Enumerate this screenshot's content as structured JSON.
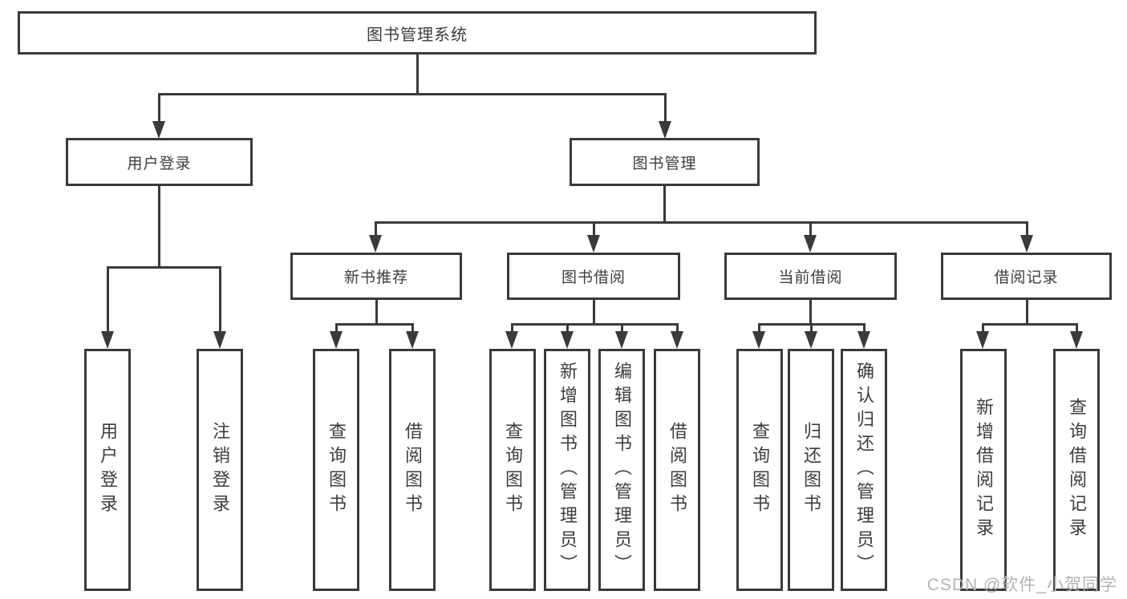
{
  "diagram_type": "hierarchy-tree",
  "tree": {
    "label": "图书管理系统",
    "children": [
      {
        "label": "用户登录",
        "children": [
          {
            "label": "用户登录"
          },
          {
            "label": "注销登录"
          }
        ]
      },
      {
        "label": "图书管理",
        "children": [
          {
            "label": "新书推荐",
            "children": [
              {
                "label": "查询图书"
              },
              {
                "label": "借阅图书"
              }
            ]
          },
          {
            "label": "图书借阅",
            "children": [
              {
                "label": "查询图书"
              },
              {
                "label": "新增图书（管理员）"
              },
              {
                "label": "编辑图书（管理员）"
              },
              {
                "label": "借阅图书"
              }
            ]
          },
          {
            "label": "当前借阅",
            "children": [
              {
                "label": "查询图书"
              },
              {
                "label": "归还图书"
              },
              {
                "label": "确认归还（管理员）"
              }
            ]
          },
          {
            "label": "借阅记录",
            "children": [
              {
                "label": "新增借阅记录"
              },
              {
                "label": "查询借阅记录"
              }
            ]
          }
        ]
      }
    ]
  },
  "watermark": "CSDN @软件_小贺同学",
  "colors": {
    "line": "#3a3a3a",
    "text": "#3d3d3d",
    "watermark": "#b0b3b8",
    "background": "#ffffff"
  }
}
